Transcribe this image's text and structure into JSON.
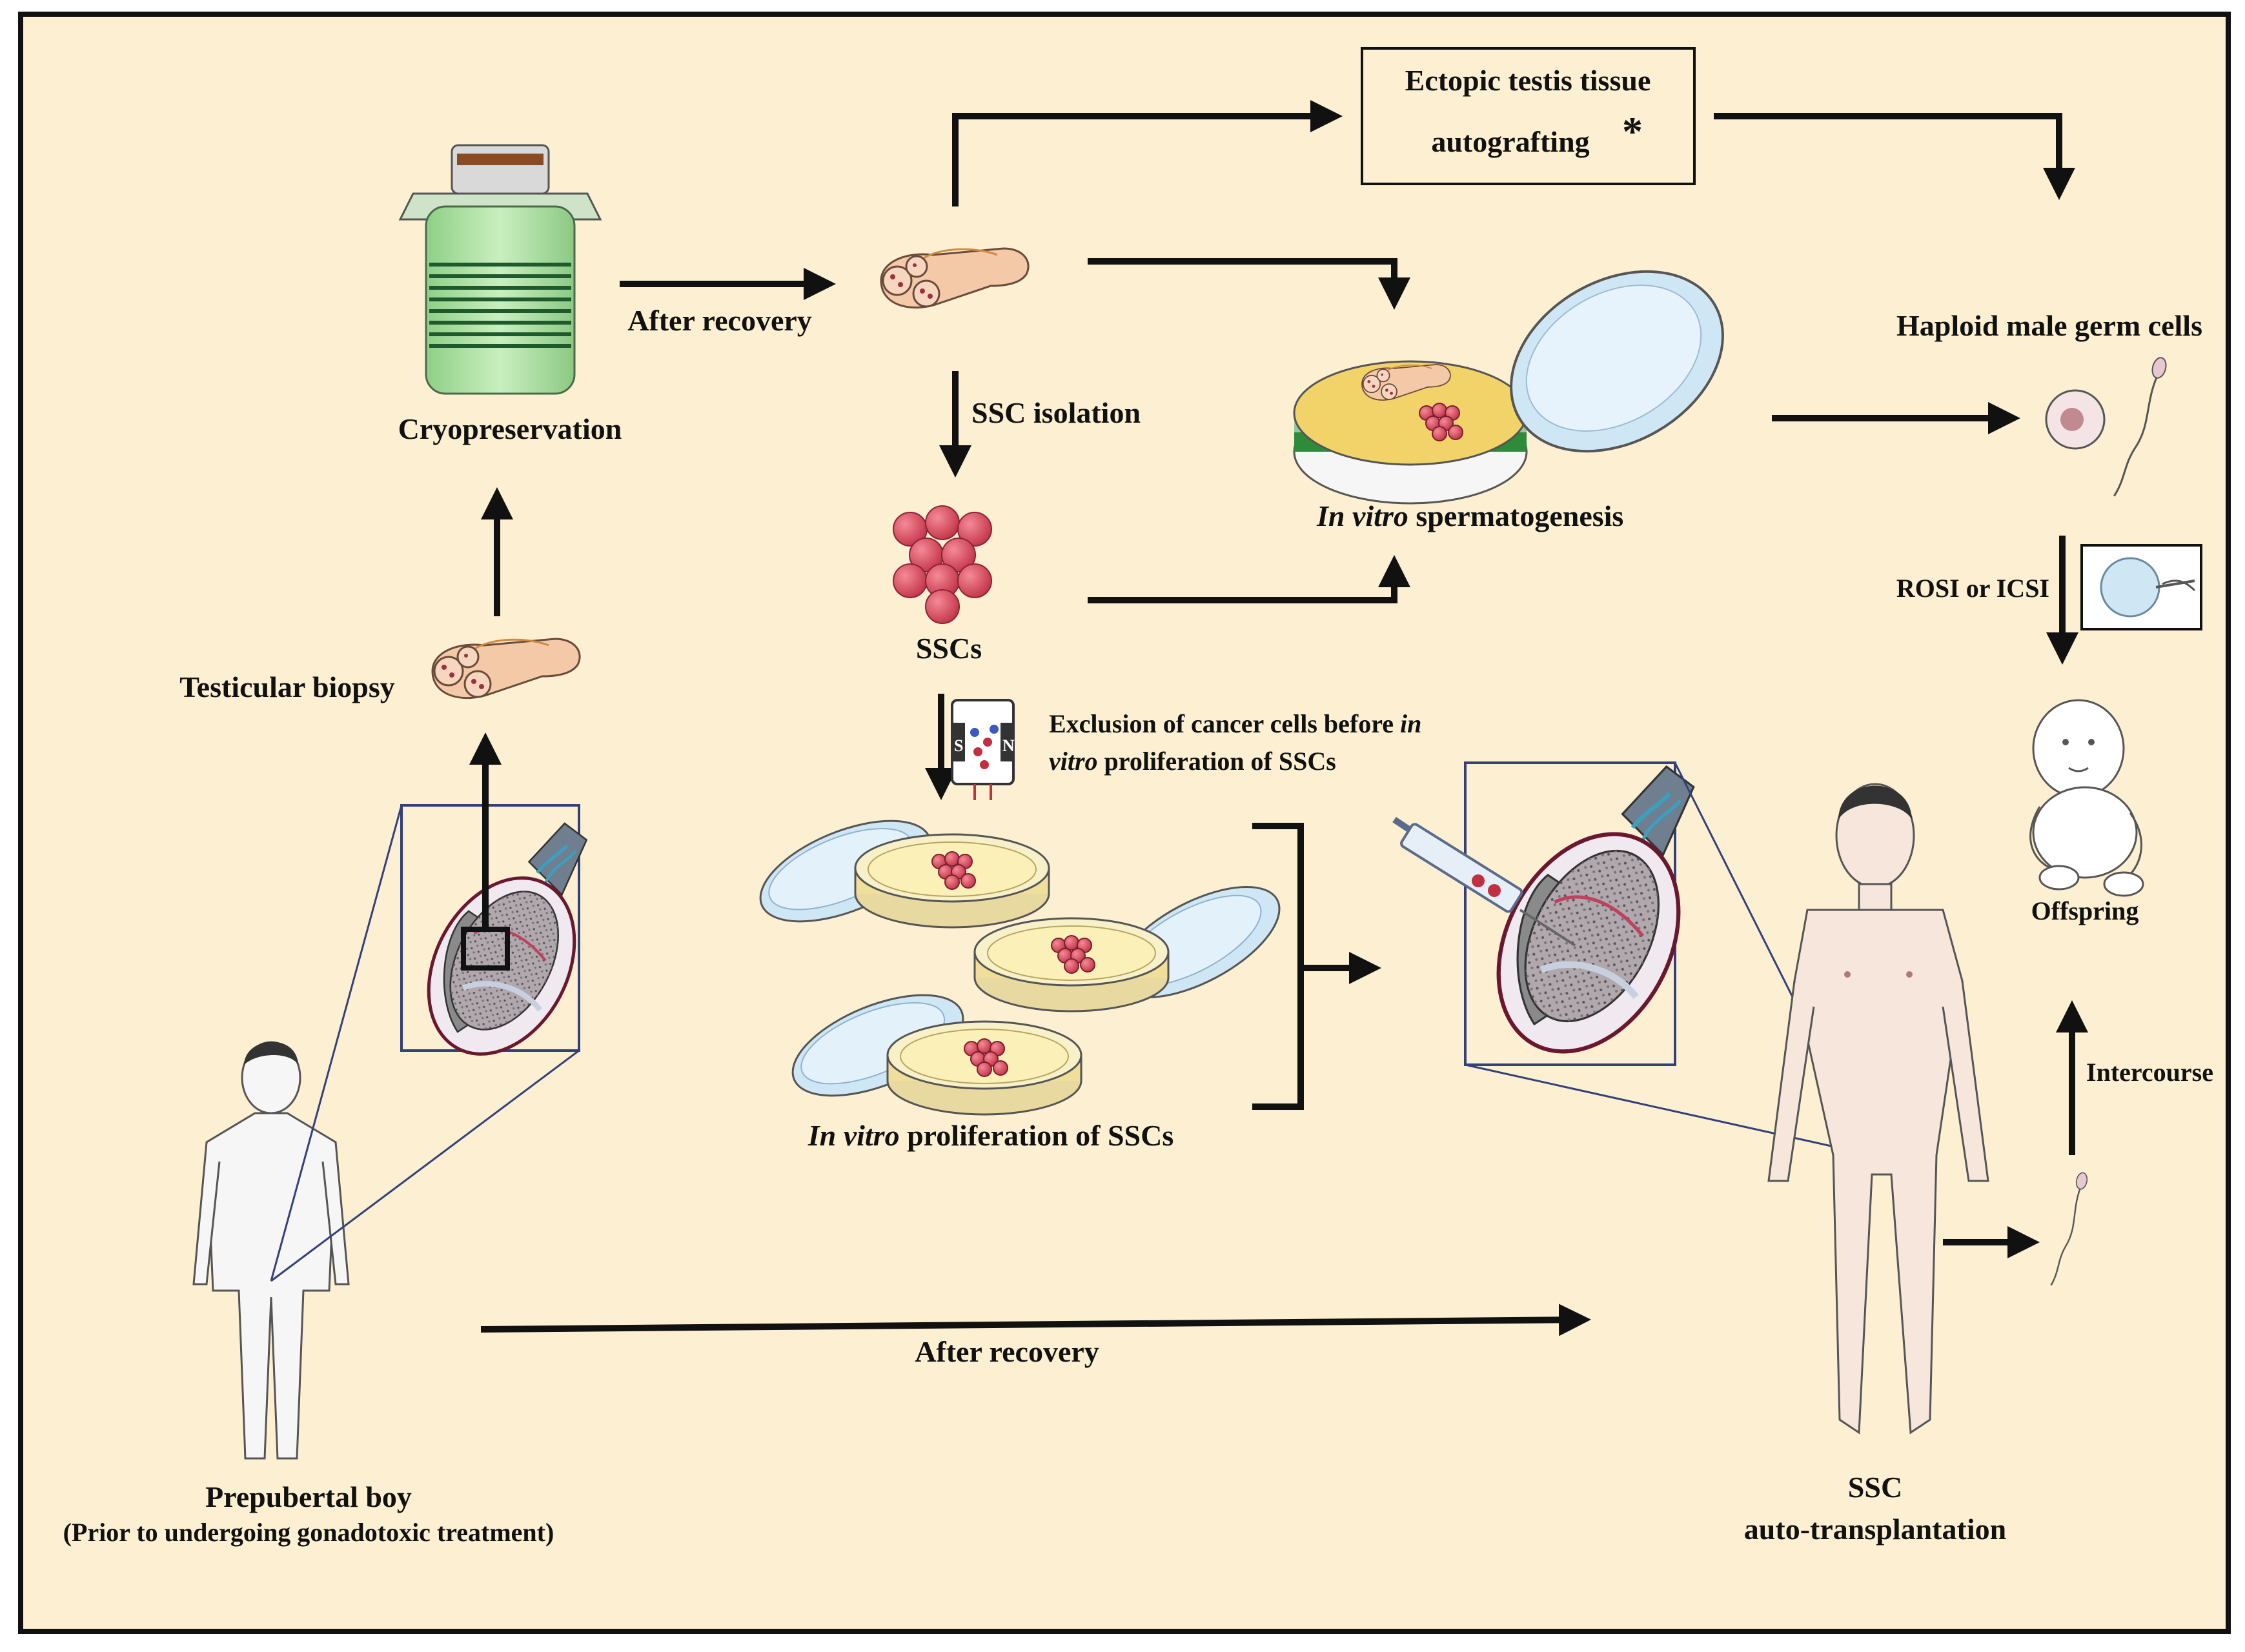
{
  "colors": {
    "background": "#fdf0d2",
    "frame": "#111111",
    "arrow": "#111111",
    "dewar_green": "#aee0a0",
    "dewar_stripe": "#1f5a2e",
    "dewar_lid": "#8a4a24",
    "tissue": "#f3c9a8",
    "cell_red": "#d8485a",
    "cell_dark": "#a8324a",
    "dish_glass": "#cfe6f5",
    "dish_medium": "#f2d36a",
    "dish_band_green": "#2f8a3a",
    "skin": "#f6e6dc",
    "inset_frame": "#33407a"
  },
  "labels": {
    "cryopreservation": "Cryopreservation",
    "after_recovery_top": "After recovery",
    "ectopic_line1": "Ectopic testis tissue",
    "ectopic_line2": "autografting",
    "ectopic_asterisk": "*",
    "ssc_isolation": "SSC isolation",
    "ssc_cells": "SSCs",
    "in_vitro_spermatogenesis_italic": "In vitro",
    "in_vitro_spermatogenesis_rest": " spermatogenesis",
    "haploid": "Haploid male germ cells",
    "rosi_icsi": "ROSI or ICSI",
    "offspring": "Offspring",
    "testicular_biopsy": "Testicular biopsy",
    "exclusion_line1": "Exclusion of cancer cells before ",
    "exclusion_line1_italic": "in",
    "exclusion_line2_italic": "vitro",
    "exclusion_line2_rest": " proliferation of SSCs",
    "proliferation_italic": "In vitro",
    "proliferation_rest": " proliferation of SSCs",
    "intercourse": "Intercourse",
    "after_recovery_bottom": "After recovery",
    "boy_title": "Prepubertal boy",
    "boy_subtitle": "(Prior to undergoing gonadotoxic treatment)",
    "ssc_auto_line1": "SSC",
    "ssc_auto_line2": "auto-transplantation",
    "magnet_left": "S",
    "magnet_right": "N"
  }
}
